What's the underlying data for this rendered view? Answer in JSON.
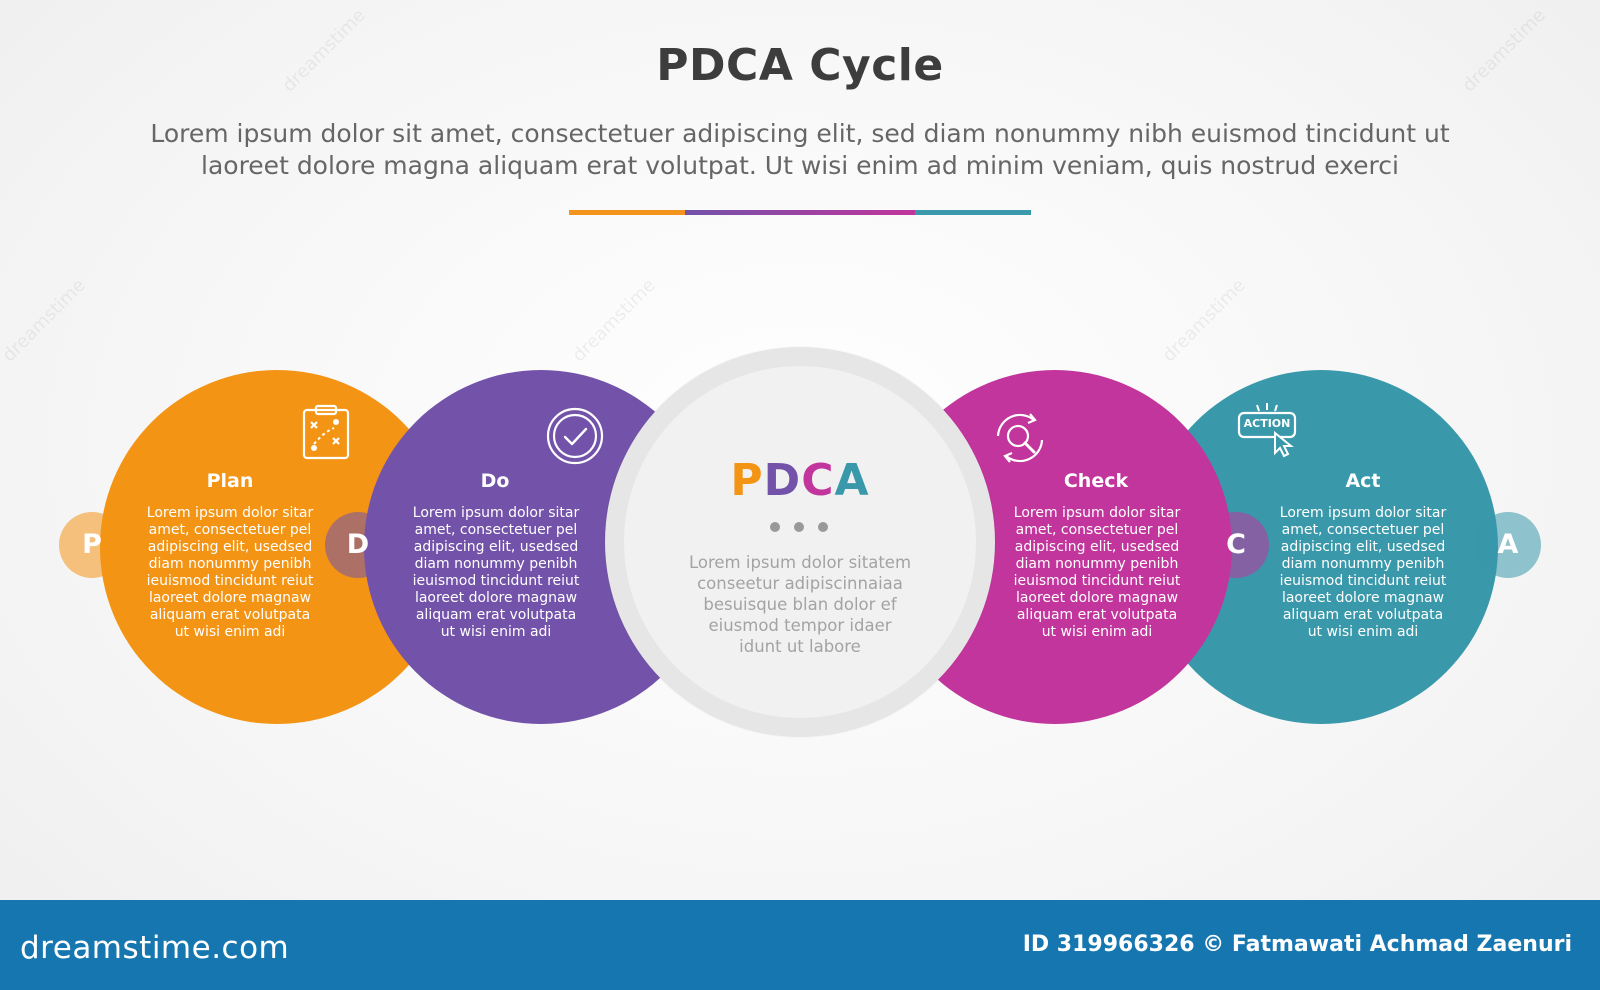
{
  "header": {
    "title": "PDCA Cycle",
    "subtitle_line1": "Lorem ipsum dolor sit amet, consectetuer adipiscing elit, sed diam nonummy nibh euismod tincidunt ut",
    "subtitle_line2": "laoreet dolore magna aliquam erat volutpat. Ut wisi enim ad minim veniam, quis nostrud exerci"
  },
  "colors": {
    "plan": "#f39415",
    "do": "#7352a9",
    "check": "#c1359c",
    "act": "#3998aa",
    "underline_orange": "#f3951d",
    "underline_purple_pink": "#8a4aa6",
    "underline_teal": "#3a9aac"
  },
  "center": {
    "title_letters": [
      "P",
      "D",
      "C",
      "A"
    ],
    "text_lines": [
      "Lorem ipsum dolor sitatem",
      "conseetur adipiscinnaiaa",
      "besuisque blan dolor ef",
      "eiusmod tempor idaer",
      "idunt ut labore"
    ]
  },
  "steps": [
    {
      "key": "plan",
      "title": "Plan",
      "badge": "P",
      "icon": "clipboard-strategy-icon",
      "text_lines": [
        "Lorem ipsum dolor sitar",
        "amet, consectetuer pel",
        "adipiscing elit, usedsed",
        "diam nonummy penibh",
        "ieuismod tincidunt reiut",
        "laoreet dolore magnaw",
        "aliquam erat volutpata",
        "ut wisi enim adi"
      ]
    },
    {
      "key": "do",
      "title": "Do",
      "badge": "D",
      "icon": "check-circle-icon",
      "text_lines": [
        "Lorem ipsum dolor sitar",
        "amet, consectetuer pel",
        "adipiscing elit, usedsed",
        "diam nonummy penibh",
        "ieuismod tincidunt reiut",
        "laoreet dolore magnaw",
        "aliquam erat volutpata",
        "ut wisi enim adi"
      ]
    },
    {
      "key": "check",
      "title": "Check",
      "badge": "C",
      "icon": "search-refresh-icon",
      "text_lines": [
        "Lorem ipsum dolor sitar",
        "amet, consectetuer pel",
        "adipiscing elit, usedsed",
        "diam nonummy penibh",
        "ieuismod tincidunt reiut",
        "laoreet dolore magnaw",
        "aliquam erat volutpata",
        "ut wisi enim adi"
      ]
    },
    {
      "key": "act",
      "title": "Act",
      "badge": "A",
      "icon": "action-button-icon",
      "icon_label": "ACTION",
      "text_lines": [
        "Lorem ipsum dolor sitar",
        "amet, consectetuer pel",
        "adipiscing elit, usedsed",
        "diam nonummy penibh",
        "ieuismod tincidunt reiut",
        "laoreet dolore magnaw",
        "aliquam erat volutpata",
        "ut wisi enim adi"
      ]
    }
  ],
  "footer": {
    "logo": "dreamstime.com",
    "credit": "ID 319966326 © Fatmawati  Achmad Zaenuri",
    "watermark": "dreamstime"
  }
}
